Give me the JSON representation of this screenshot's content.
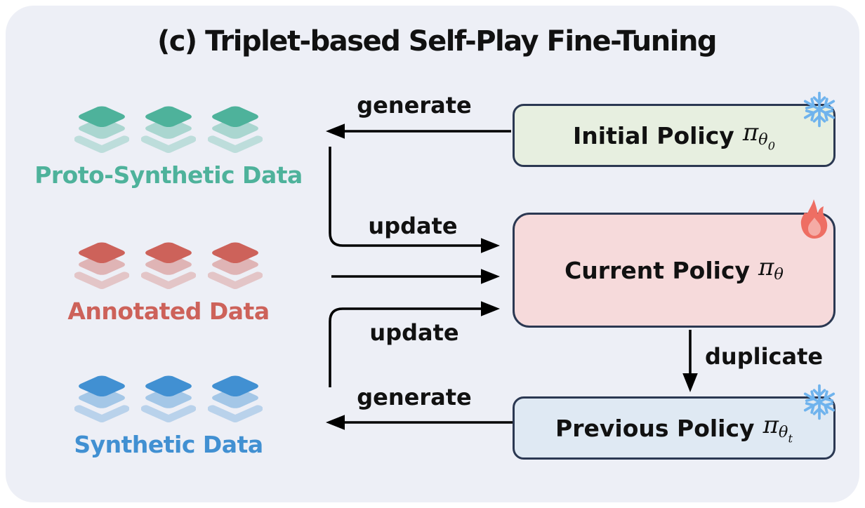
{
  "title": "(c) Triplet-based Self-Play Fine-Tuning",
  "data_stacks": [
    {
      "label": "Proto-Synthetic Data",
      "color": "#4eb29b",
      "stack_count": 3
    },
    {
      "label": "Annotated Data",
      "color": "#cd625a",
      "stack_count": 3
    },
    {
      "label": "Synthetic Data",
      "color": "#4190d2",
      "stack_count": 3
    }
  ],
  "policies": {
    "initial": {
      "label": "Initial Policy",
      "symbol": "π",
      "sub": "θ",
      "subsub": "0",
      "state_icon": "snowflake-frozen",
      "fill": "#e7efe0"
    },
    "current": {
      "label": "Current Policy",
      "symbol": "π",
      "sub": "θ",
      "subsub": "",
      "state_icon": "flame-trainable",
      "fill": "#f6dadb"
    },
    "previous": {
      "label": "Previous Policy",
      "symbol": "π",
      "sub": "θ",
      "subsub": "t",
      "state_icon": "snowflake-frozen",
      "fill": "#dfe9f3"
    }
  },
  "arrow_labels": {
    "generate_top": "generate",
    "update_top": "update",
    "update_bottom": "update",
    "generate_bottom": "generate",
    "duplicate": "duplicate"
  },
  "colors": {
    "panel_background": "#edeff6",
    "box_border": "#2b3852",
    "arrow": "#000000",
    "snowflake": "#6fb3ed",
    "flame_outer": "#ee6e63",
    "flame_inner": "#f5aba5"
  }
}
